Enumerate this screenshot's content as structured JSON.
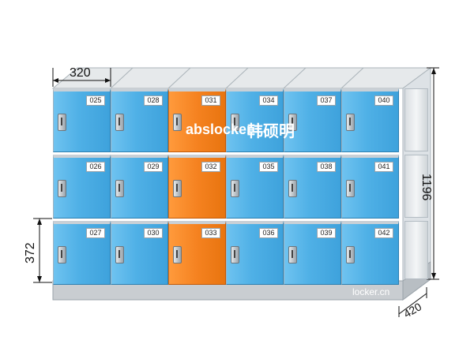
{
  "dimensions": {
    "width_label": "320",
    "height_label": "1196",
    "row_height_label": "372",
    "depth_label": "420"
  },
  "lockers": [
    {
      "number": "025",
      "color": "blue"
    },
    {
      "number": "028",
      "color": "blue"
    },
    {
      "number": "031",
      "color": "orange"
    },
    {
      "number": "034",
      "color": "blue"
    },
    {
      "number": "037",
      "color": "blue"
    },
    {
      "number": "040",
      "color": "blue"
    },
    {
      "number": "026",
      "color": "blue"
    },
    {
      "number": "029",
      "color": "blue"
    },
    {
      "number": "032",
      "color": "orange"
    },
    {
      "number": "035",
      "color": "blue"
    },
    {
      "number": "038",
      "color": "blue"
    },
    {
      "number": "041",
      "color": "blue"
    },
    {
      "number": "027",
      "color": "blue"
    },
    {
      "number": "030",
      "color": "blue"
    },
    {
      "number": "033",
      "color": "orange"
    },
    {
      "number": "036",
      "color": "blue"
    },
    {
      "number": "039",
      "color": "blue"
    },
    {
      "number": "042",
      "color": "blue"
    }
  ],
  "branding": {
    "logo_text": "abslocker",
    "chinese_text": "韩硕明",
    "website": "locker.cn"
  },
  "colors": {
    "blue": "#4fb0e6",
    "orange": "#f58220",
    "base": "#c9cdd1"
  }
}
